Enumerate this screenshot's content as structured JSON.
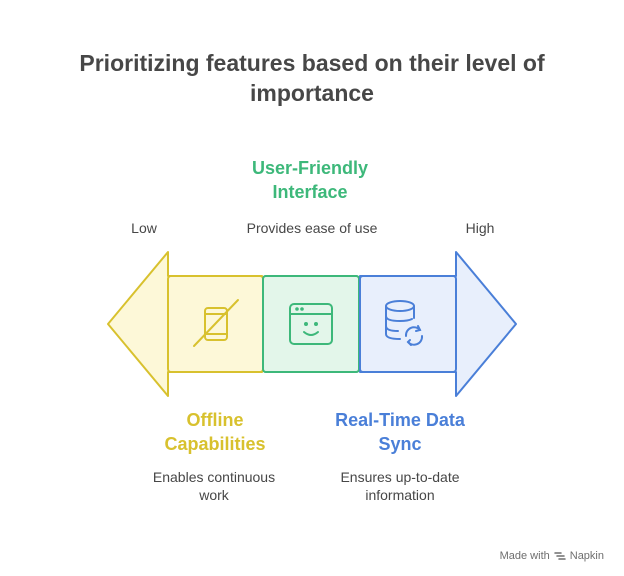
{
  "title": {
    "line1": "Prioritizing features based on their level of",
    "line2": "importance"
  },
  "scale": {
    "low": "Low",
    "high": "High"
  },
  "features": [
    {
      "name_line1": "Offline",
      "name_line2": "Capabilities",
      "desc_line1": "Enables continuous",
      "desc_line2": "work",
      "color": "#d8c12e",
      "icon": "no-mobile-icon"
    },
    {
      "name_line1": "User-Friendly",
      "name_line2": "Interface",
      "desc_line1": "Provides ease of use",
      "desc_line2": "",
      "color": "#3db87a",
      "icon": "smiley-window-icon"
    },
    {
      "name_line1": "Real-Time Data",
      "name_line2": "Sync",
      "desc_line1": "Ensures up-to-date",
      "desc_line2": "information",
      "color": "#4a7fd8",
      "icon": "database-sync-icon"
    }
  ],
  "footer": {
    "made_with": "Made with",
    "brand": "Napkin"
  }
}
